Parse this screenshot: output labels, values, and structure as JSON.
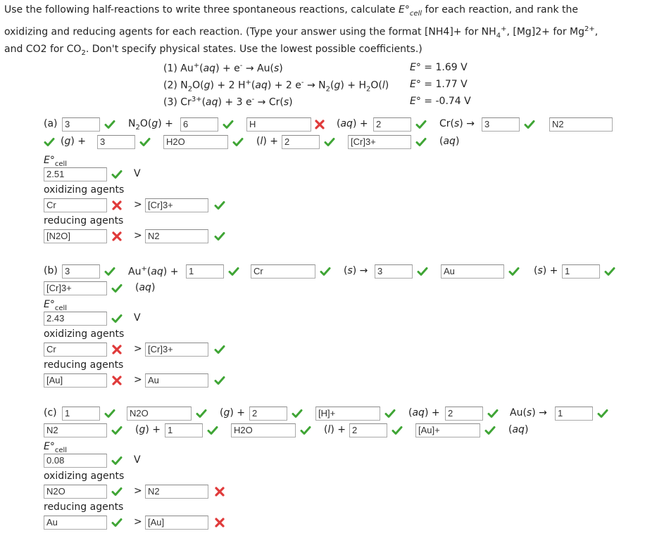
{
  "colors": {
    "correct": "#3fa535",
    "incorrect": "#e03a3a",
    "input_border": "#a9a9a9"
  },
  "intro_html": [
    "Use the following half-reactions to write three spontaneous reactions, calculate <i>E</i>°<sub><i>cell</i></sub> for each reaction, and rank the",
    "oxidizing and reducing agents for each reaction. (Type your answer using the format [NH4]+ for NH<sub>4</sub><sup>+</sup>, [Mg]2+ for Mg<sup>2+</sup>,",
    "and CO2 for CO<sub>2</sub>. Don't specify physical states. Use the lowest possible coefficients.)"
  ],
  "half_reactions": [
    {
      "eq_html": "(1) Au<sup>+</sup>(<i>aq</i>) + e<sup>-</sup> → Au(<i>s</i>)",
      "e_html": "<i>E</i>° = 1.69 V"
    },
    {
      "eq_html": "(2) N<sub>2</sub>O(<i>g</i>) + 2 H<sup>+</sup>(<i>aq</i>) + 2 e<sup>-</sup> → N<sub>2</sub>(<i>g</i>) + H<sub>2</sub>O(<i>l</i>)",
      "e_html": "<i>E</i>° = 1.77 V"
    },
    {
      "eq_html": "(3) Cr<sup>3+</sup>(<i>aq</i>) + 3 e<sup>-</sup> → Cr(<i>s</i>)",
      "e_html": "<i>E</i>° = -0.74 V"
    }
  ],
  "ecell_label_html": "<i>E</i>°<sub>cell</sub>",
  "labels": {
    "ox": "oxidizing agents",
    "red": "reducing agents",
    "unit": "V",
    "gt": ">"
  },
  "part_a": {
    "label": "(a)",
    "texts": [
      "N<sub>2</sub>O(<i>g</i>) +",
      "(<i>aq</i>) +",
      "Cr(<i>s</i>) →",
      "(<i>g</i>) +",
      "(<i>l</i>) +",
      "(<i>aq</i>)"
    ],
    "inputs": [
      "3",
      "6",
      "H",
      "2",
      "3",
      "N2",
      "3",
      "H2O",
      "2",
      "[Cr]3+"
    ],
    "ecell": "2.51",
    "ox": [
      "Cr",
      "[Cr]3+"
    ],
    "red": [
      "[N2O]",
      "N2"
    ]
  },
  "part_b": {
    "label": "(b)",
    "texts": [
      "Au<sup>+</sup>(<i>aq</i>) +",
      "(<i>s</i>) →",
      "(<i>s</i>) +",
      "(<i>aq</i>)"
    ],
    "inputs": [
      "3",
      "1",
      "Cr",
      "3",
      "Au",
      "1",
      "[Cr]3+"
    ],
    "ecell": "2.43",
    "ox": [
      "Cr",
      "[Cr]3+"
    ],
    "red": [
      "[Au]",
      "Au"
    ]
  },
  "part_c": {
    "label": "(c)",
    "texts": [
      "(<i>g</i>) +",
      "(<i>aq</i>) +",
      "Au(<i>s</i>) →",
      "(<i>g</i>) +",
      "(<i>l</i>) +",
      "(<i>aq</i>)"
    ],
    "inputs": [
      "1",
      "N2O",
      "2",
      "[H]+",
      "2",
      "1",
      "N2",
      "1",
      "H2O",
      "2",
      "[Au]+"
    ],
    "ecell": "0.08",
    "ox": [
      "N2O",
      "N2"
    ],
    "red": [
      "Au",
      "[Au]"
    ]
  }
}
